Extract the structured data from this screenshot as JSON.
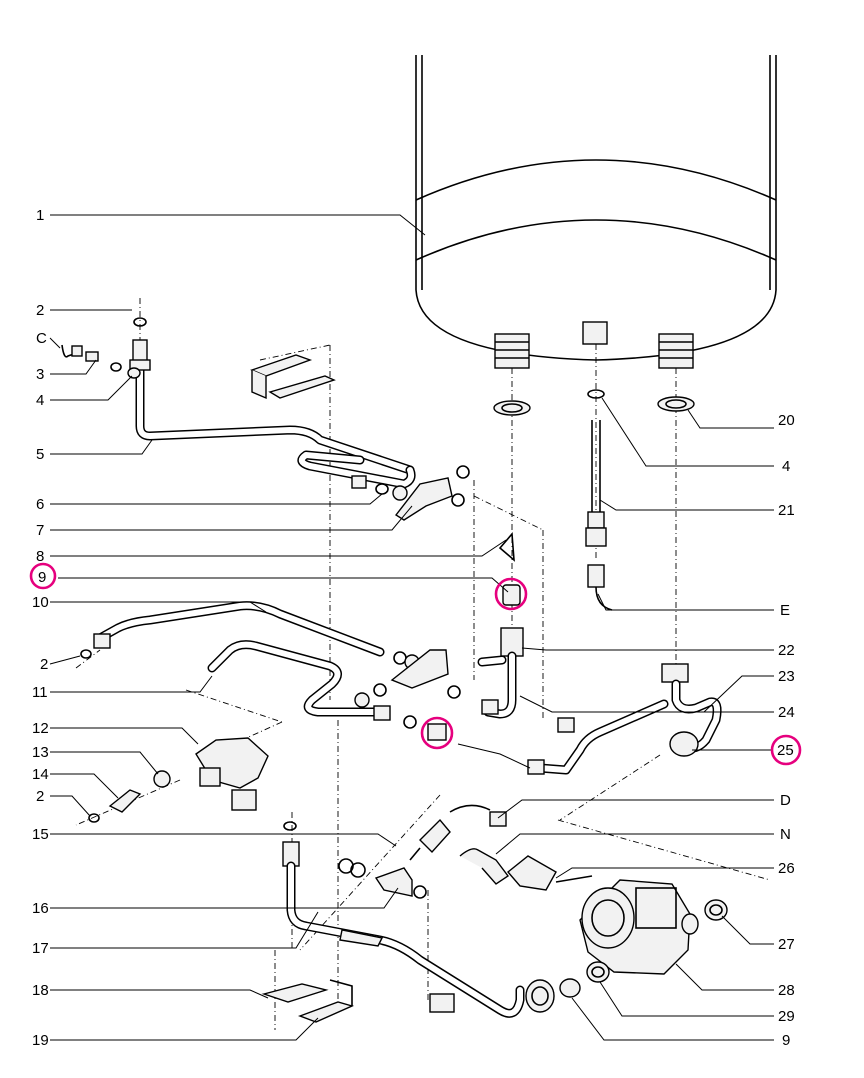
{
  "highlight_color": "#e6007e",
  "callouts": {
    "c1": "1",
    "c2a": "2",
    "cC": "C",
    "c3": "3",
    "c4a": "4",
    "c5": "5",
    "c6": "6",
    "c7": "7",
    "c8": "8",
    "c9a": "9",
    "c10": "10",
    "c2b": "2",
    "c11": "11",
    "c12": "12",
    "c13": "13",
    "c14": "14",
    "c2c": "2",
    "c15": "15",
    "c16": "16",
    "c17": "17",
    "c18": "18",
    "c19": "19",
    "c20": "20",
    "c4b": "4",
    "c21": "21",
    "cE": "E",
    "c22": "22",
    "c23": "23",
    "c24": "24",
    "c25": "25",
    "cD": "D",
    "cN": "N",
    "c26": "26",
    "c27": "27",
    "c28": "28",
    "c29": "29",
    "c9b": "9"
  },
  "highlighted_parts": [
    "9",
    "25"
  ]
}
